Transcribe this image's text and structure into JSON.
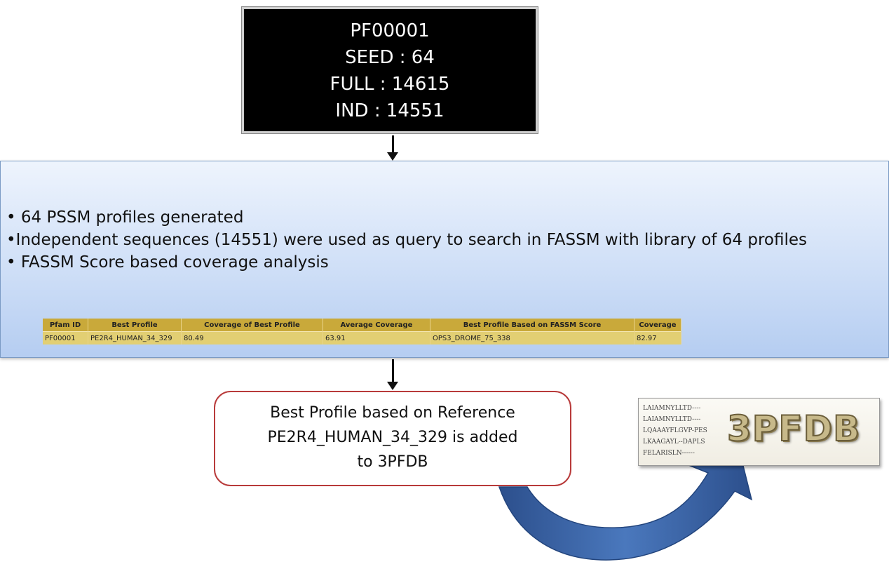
{
  "top_box": {
    "lines": [
      "PF00001",
      "SEED : 64",
      "FULL : 14615",
      "IND :  14551"
    ]
  },
  "panel": {
    "bullets": [
      "• 64 PSSM profiles generated",
      "•Independent sequences (14551) were used as query to search in FASSM with library of 64 profiles",
      "• FASSM Score based coverage analysis"
    ],
    "table": {
      "headers": [
        "Pfam ID",
        "Best Profile",
        "Coverage of Best Profile",
        "Average Coverage",
        "Best Profile Based on FASSM Score",
        "Coverage"
      ],
      "rows": [
        [
          "PF00001",
          "PE2R4_HUMAN_34_329",
          "80.49",
          "63.91",
          "OPS3_DROME_75_338",
          "82.97"
        ]
      ]
    }
  },
  "reference_box": {
    "lines": [
      "Best Profile based on Reference",
      "PE2R4_HUMAN_34_329 is added",
      "to 3PFDB"
    ]
  },
  "database": {
    "logo_text": "3PFDB",
    "sequences": [
      "LAIAMNYLLTD----",
      "LAIAMNYLLTD----",
      "LQAAAYFLGVP-PES",
      "LKAAGAYL--DAPLS",
      "FELARISLN------"
    ]
  },
  "colors": {
    "top_box": "#000000",
    "panel": "#cfdff7",
    "table_header": "#c9a93a",
    "table_row": "#e2cf73",
    "ref_border": "#b83a3a",
    "curve_arrow": "#3b63a6"
  }
}
